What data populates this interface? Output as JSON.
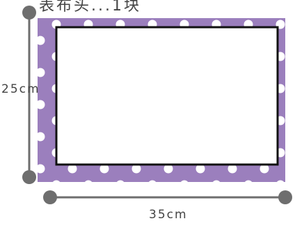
{
  "title": "表布头...1块",
  "dimensions": {
    "height_label": "25cm",
    "width_label": "35cm"
  },
  "colors": {
    "fabric": "#9b7fbd",
    "dots": "#ffffff",
    "inner_panel": "#ffffff",
    "outline": "#111111",
    "ruler": "#6e6e6e"
  }
}
